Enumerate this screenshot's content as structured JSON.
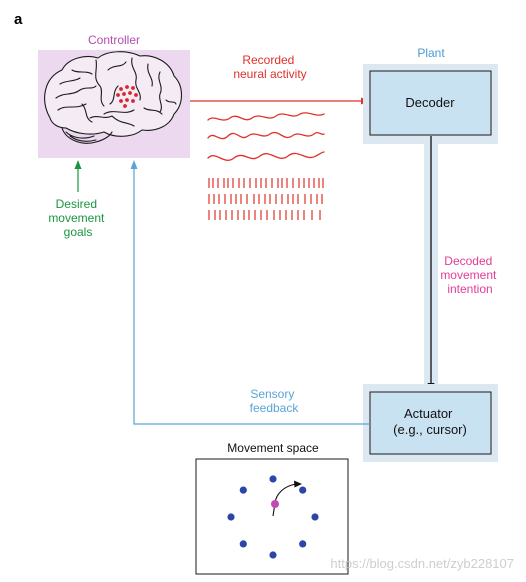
{
  "panel_label": "a",
  "controller": {
    "title": "Controller",
    "goals_label_lines": [
      "Desired",
      "movement",
      "goals"
    ]
  },
  "plant": {
    "title": "Plant",
    "decoder_label": "Decoder",
    "actuator_label_lines": [
      "Actuator",
      "(e.g., cursor)"
    ]
  },
  "signals": {
    "recorded_lines": [
      "Recorded",
      "neural activity"
    ],
    "decoded_lines": [
      "Decoded",
      "movement",
      "intention"
    ],
    "feedback_lines": [
      "Sensory",
      "feedback"
    ]
  },
  "movement_space": {
    "title": "Movement space"
  },
  "watermark": "https://blog.csdn.net/zyb228107",
  "colors": {
    "controller_purple": "#b44cb0",
    "brain_panel_bg": "#ecd9ef",
    "plant_blue": "#4a9bd1",
    "plant_panel_bg": "#dbe7f1",
    "box_fill": "#c9e2f1",
    "recorded_red": "#e0312a",
    "goals_green": "#1b9640",
    "decoded_magenta": "#e33c97",
    "feedback_blue": "#5aa4d8",
    "target_dot": "#2b46a8",
    "cursor_dot": "#c04ab6"
  }
}
